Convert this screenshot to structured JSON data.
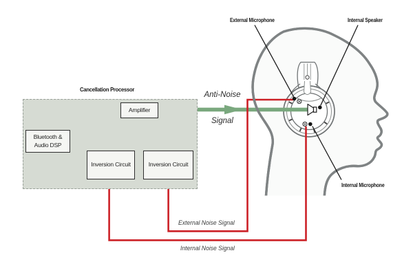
{
  "panel": {
    "title": "Cancellation Processor"
  },
  "processor": {
    "dsp_line1": "Bluetooth &",
    "dsp_line2": "Audio DSP",
    "amplifier": "Amplifier",
    "inversion_left": "Inversion Circuit",
    "inversion_right": "Inversion Circuit"
  },
  "signals": {
    "anti_noise_line1": "Anti-Noise",
    "anti_noise_line2": "Signal",
    "external_noise": "External Noise Signal",
    "internal_noise": "Internal Noise Signal"
  },
  "callouts": {
    "external_microphone": "External Microphone",
    "internal_speaker": "Internal Speaker",
    "internal_microphone": "Internal Microphone"
  },
  "icons": {
    "speaker_icon": "speaker-glyph",
    "external_mic_dot": "black-dot",
    "internal_speaker_dot": "black-dot",
    "internal_mic_dot": "black-dot",
    "screw_icon": "circle-with-cross"
  },
  "colors": {
    "signal_green": "#7aa87e",
    "signal_red": "#cc2127",
    "signal_blue": "#3a4aa2",
    "panel_fill": "#d6dbd3",
    "box_fill": "#f5f6f3",
    "head_outline": "#7f8384",
    "text": "#1f1f1f"
  }
}
